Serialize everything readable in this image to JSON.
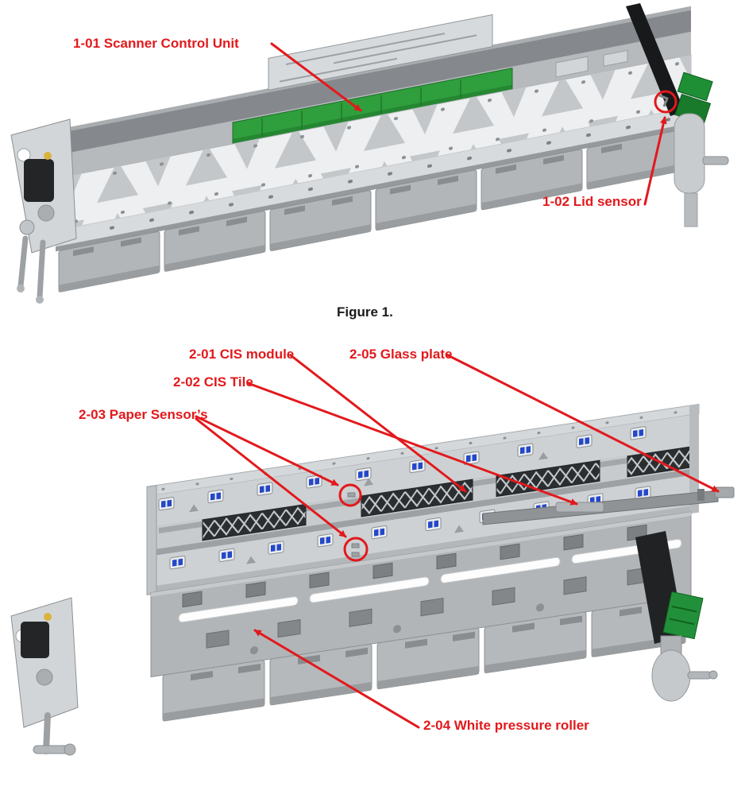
{
  "document": {
    "kind": "scanner-service-diagram"
  },
  "colors": {
    "annotation_red": "#e2191c",
    "caption_black": "#1a1a1a",
    "pcb_green": "#2f9e3c",
    "connector_green": "#1f8a33",
    "connector_blue": "#2448c8",
    "machine_gray_light": "#edeff0",
    "machine_gray_mid": "#b3b6b9",
    "machine_gray_dark": "#85898d",
    "cis_dark": "#2b2e31",
    "background": "#ffffff"
  },
  "figure1": {
    "caption": "Figure 1.",
    "labels": [
      {
        "text": "1-01 Scanner Control Unit"
      },
      {
        "text": "1-02 Lid sensor"
      }
    ]
  },
  "figure2": {
    "labels": [
      {
        "text": "2-01 CIS module"
      },
      {
        "text": "2-02 CIS Tile"
      },
      {
        "text": "2-03 Paper Sensor’s"
      },
      {
        "text": "2-04 White pressure roller"
      },
      {
        "text": "2-05 Glass plate"
      }
    ]
  }
}
